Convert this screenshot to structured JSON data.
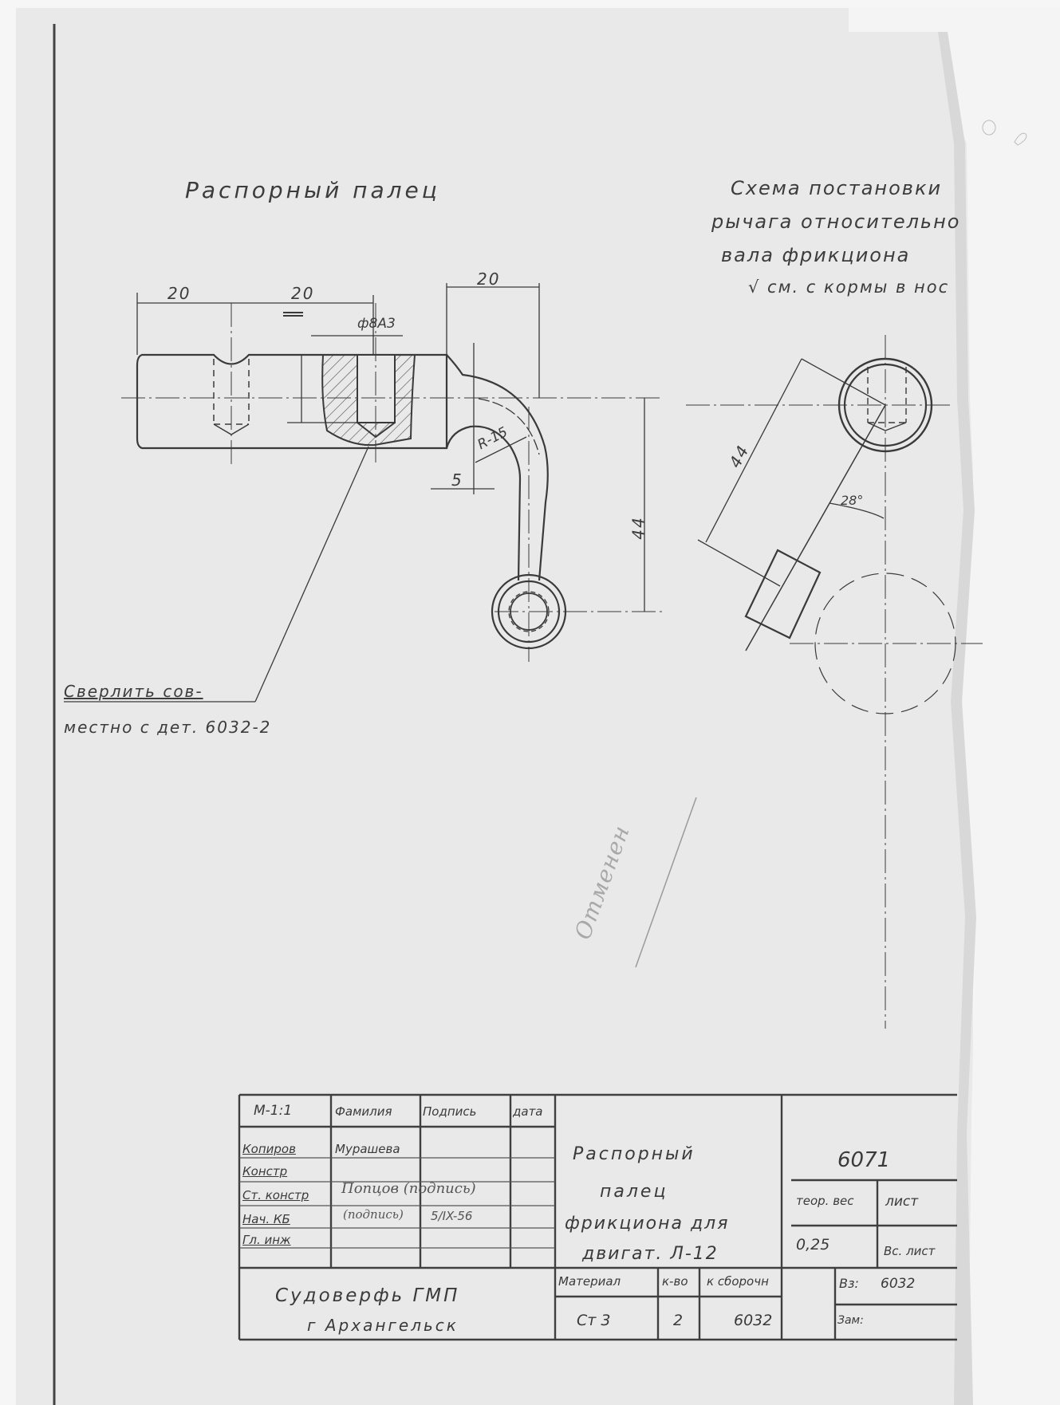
{
  "drawing": {
    "part_title": "Распорный палец",
    "scheme_title": {
      "line1": "Схема постановки",
      "line2": "рычага относительно",
      "line3": "вала фрикциона",
      "line4": "√ см.   с кормы в нос"
    },
    "dimensions": {
      "left_20": "20",
      "middle_20": "20",
      "right_20": "20",
      "bore": "ф8А3",
      "radius": "R-15",
      "offset_5": "5",
      "height_44": "44",
      "scheme_44": "44",
      "angle": "28°"
    },
    "note": {
      "line1": "Сверлить сов-",
      "line2": "местно  с дет. 6032-2"
    },
    "pencil_annotation": "Отменен"
  },
  "title_block": {
    "scale": "М-1:1",
    "headers": {
      "surname": "Фамилия",
      "signature": "Подпись",
      "date": "дата"
    },
    "roles": [
      {
        "role": "Копиров",
        "surname": "Мурашева",
        "signature": "",
        "date": ""
      },
      {
        "role": "Констр",
        "surname": "",
        "signature": "",
        "date": ""
      },
      {
        "role": "Ст. констр",
        "surname": "Попцов (подпись)",
        "signature": "",
        "date": ""
      },
      {
        "role": "Нач. КБ",
        "surname": "(подпись)",
        "signature": "5/IX-56",
        "date": ""
      },
      {
        "role": "Гл. инж",
        "surname": "",
        "signature": "",
        "date": ""
      }
    ],
    "name_line1": "Распорный",
    "name_line2": "палец",
    "name_line3": "фрикциона для",
    "name_line4": "двигат.   Л-12",
    "drawing_number": "6071",
    "weight_label": "теор. вес",
    "weight_value": "0,25",
    "sheet_label": "лист",
    "total_sheets_label": "Вс. лист",
    "org_line1": "Судоверфь ГМП",
    "org_line2": "г  Архангельск",
    "material_label": "Материал",
    "material_value": "Ст 3",
    "qty_label": "к-во",
    "qty_value": "2",
    "assembly_label": "к сборочн",
    "assembly_value": "6032",
    "replaces_label": "Вз:",
    "replaces_value": "6032",
    "replaced_by_label": "Зам:"
  }
}
